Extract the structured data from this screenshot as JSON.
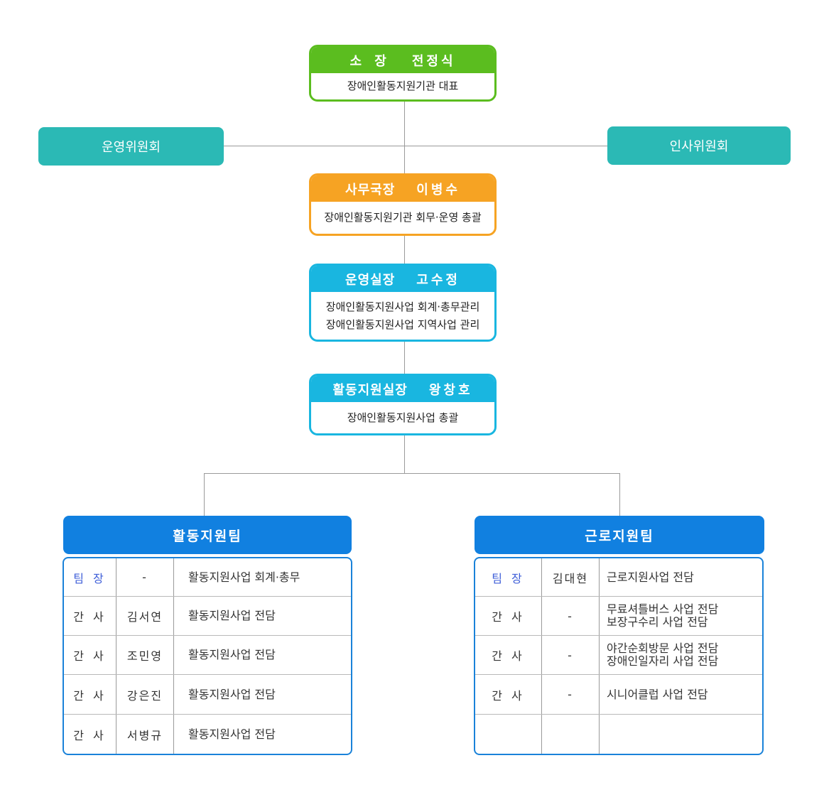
{
  "director": {
    "title": "소 장",
    "name": "전정식",
    "desc": "장애인활동지원기관  대표",
    "color": "#5bbd1f"
  },
  "committees": {
    "left": "운영위원회",
    "right": "인사위원회",
    "color": "#2bb9b5"
  },
  "secretary": {
    "title": "사무국장",
    "name": "이병수",
    "desc": "장애인활동지원기관  회무·운영 총괄",
    "color": "#f6a323"
  },
  "ops_chief": {
    "title": "운영실장",
    "name": "고수정",
    "desc_lines": [
      "장애인활동지원사업 회계·총무관리",
      "장애인활동지원사업  지역사업 관리"
    ],
    "color": "#19b6e0"
  },
  "support_chief": {
    "title": "활동지원실장",
    "name": "왕창호",
    "desc": "장애인활동지원사업 총괄",
    "color": "#19b6e0"
  },
  "teams": [
    {
      "name": "활동지원팀",
      "rows": [
        {
          "role": "팀 장",
          "person": "-",
          "duties": [
            "활동지원사업  회계·총무"
          ],
          "lead": true
        },
        {
          "role": "간 사",
          "person": "김서연",
          "duties": [
            "활동지원사업  전담"
          ]
        },
        {
          "role": "간 사",
          "person": "조민영",
          "duties": [
            "활동지원사업  전담"
          ]
        },
        {
          "role": "간 사",
          "person": "강은진",
          "duties": [
            "활동지원사업  전담"
          ]
        },
        {
          "role": "간 사",
          "person": "서병규",
          "duties": [
            "활동지원사업  전담"
          ]
        }
      ]
    },
    {
      "name": "근로지원팀",
      "rows": [
        {
          "role": "팀 장",
          "person": "김대현",
          "duties": [
            "근로지원사업 전담"
          ],
          "lead": true
        },
        {
          "role": "간 사",
          "person": "-",
          "duties": [
            "무료셔틀버스 사업 전담",
            "보장구수리 사업 전담"
          ]
        },
        {
          "role": "간 사",
          "person": "-",
          "duties": [
            "야간순회방문 사업 전담",
            "장애인일자리 사업 전담"
          ]
        },
        {
          "role": "간 사",
          "person": "-",
          "duties": [
            "시니어클럽 사업 전담"
          ]
        },
        {
          "role": "",
          "person": "",
          "duties": [
            ""
          ]
        }
      ]
    }
  ],
  "colors": {
    "team_header": "#1180e0",
    "team_border": "#1a82d9",
    "lead_text": "#3f5fd8",
    "line": "#9a9a9a"
  }
}
